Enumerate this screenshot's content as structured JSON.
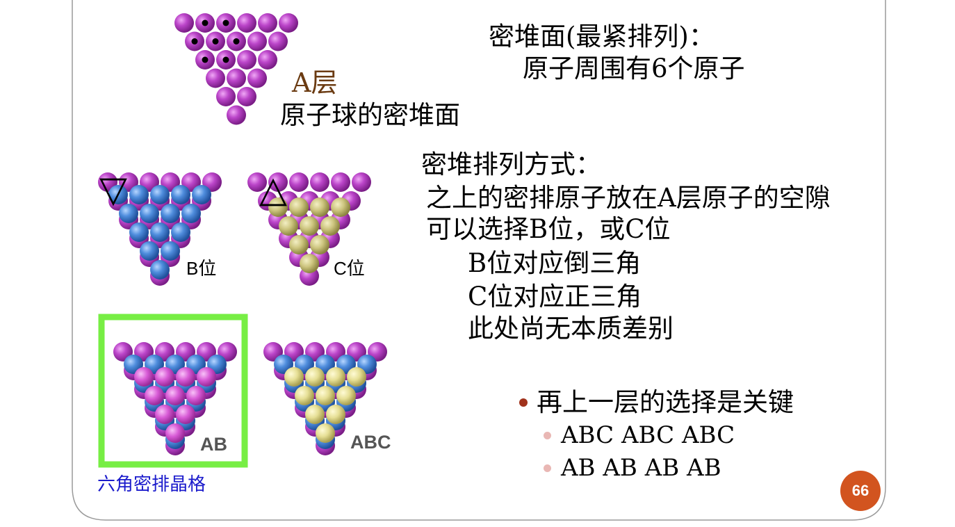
{
  "colors": {
    "accent_orange": "#d2541f",
    "a_layer_purple": "#b93fc6",
    "b_layer_blue": "#4a86d8",
    "c_layer_olive": "#c8c27a",
    "green_frame": "#77ee44",
    "caption_blue": "#1c1ccc",
    "a_label_brown": "#6b3b12",
    "bullet_dark_red": "#a0321c",
    "bullet_pink": "#e9b7b4"
  },
  "top": {
    "a_layer_label": "A层",
    "close_plane_caption": "原子球的密堆面",
    "heading_line1": "密堆面(最紧排列)：",
    "heading_line2": "原子周围有6个原子"
  },
  "middle": {
    "b_site_label": "B位",
    "c_site_label": "C位",
    "b_marker_symbol": "▽",
    "c_marker_symbol": "△",
    "stacking_title": "密堆排列方式：",
    "lines": [
      "之上的密排原子放在A层原子的空隙",
      "可以选择B位，或C位",
      "B位对应倒三角",
      "C位对应正三角",
      "此处尚无本质差别"
    ]
  },
  "bottom": {
    "ab_label": "AB",
    "abc_label": "ABC",
    "hcp_caption": "六角密排晶格",
    "key_point": "再上一层的选择是关键",
    "sub_points": [
      "ABC ABC ABC",
      "AB AB AB AB"
    ]
  },
  "page_number": "66"
}
